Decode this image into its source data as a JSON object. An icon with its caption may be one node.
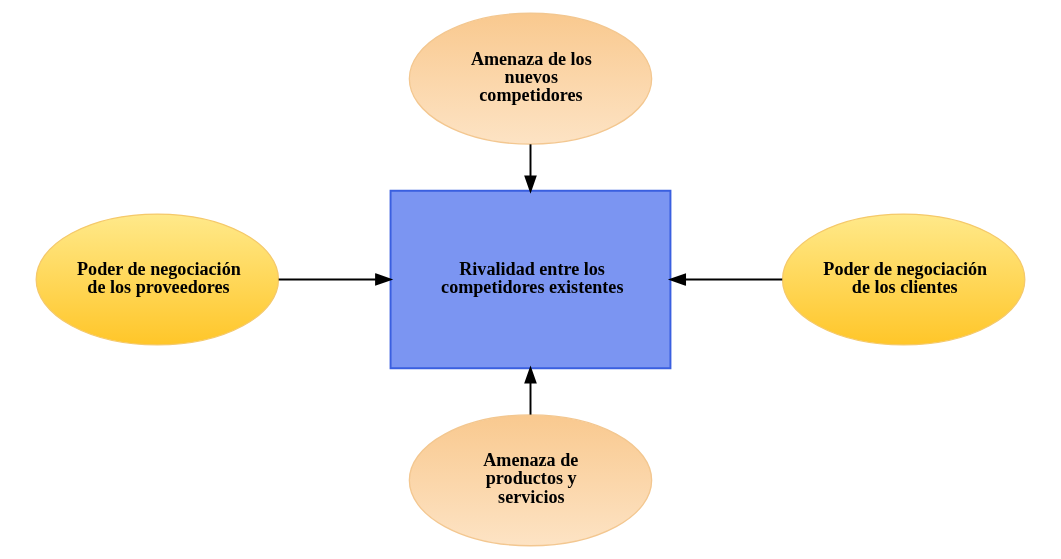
{
  "diagram": {
    "nodes": [
      {
        "text": [
          "Amenaza de los nuevos competidores"
        ]
      },
      {
        "text": [
          "Poder de negociación de los proveedores"
        ]
      },
      {
        "text": [
          "Rivalidad entre los competidores existentes"
        ]
      },
      {
        "text": [
          "Poder de negociación de los clientes"
        ]
      },
      {
        "text": [
          "Amenaza de productos y servicios"
        ]
      }
    ],
    "edges": [
      {
        "from": 0,
        "to": 2,
        "arrow": "to"
      },
      {
        "from": 1,
        "to": 2,
        "arrow": "to"
      },
      {
        "from": 3,
        "to": 2,
        "arrow": "to"
      },
      {
        "from": 4,
        "to": 2,
        "arrow": "to"
      }
    ]
  }
}
